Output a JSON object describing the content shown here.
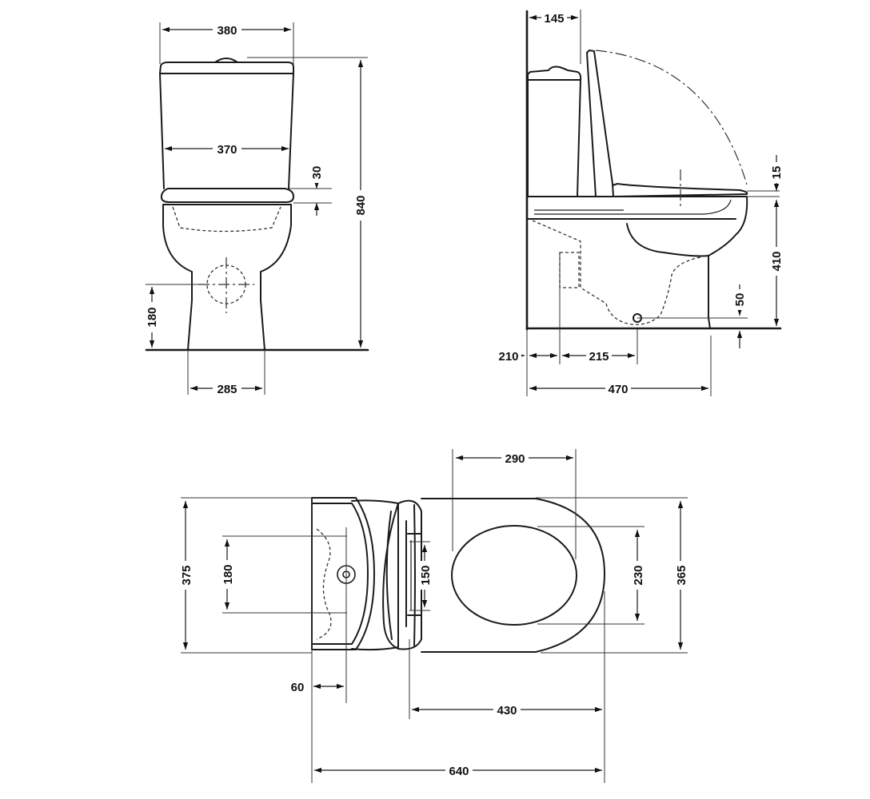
{
  "dimensions": {
    "front_width_top": "380",
    "front_cistern_width": "370",
    "front_seat_gap": "30",
    "front_overall_height": "840",
    "front_outlet_height": "180",
    "front_base_width": "285",
    "side_cistern_depth": "145",
    "side_seat_thickness": "15",
    "side_rim_height": "410",
    "side_outlet_height": "50",
    "side_wall_offset": "210",
    "side_outlet_to_wall": "215",
    "side_overall_depth": "470",
    "top_bowl_opening_length": "290",
    "top_overall_width": "375",
    "top_fixing_spacing": "180",
    "top_inlet_width": "150",
    "top_bowl_opening_width": "230",
    "top_seat_width": "365",
    "top_fixing_offset": "60",
    "top_bowl_length": "430",
    "top_overall_length": "640"
  }
}
